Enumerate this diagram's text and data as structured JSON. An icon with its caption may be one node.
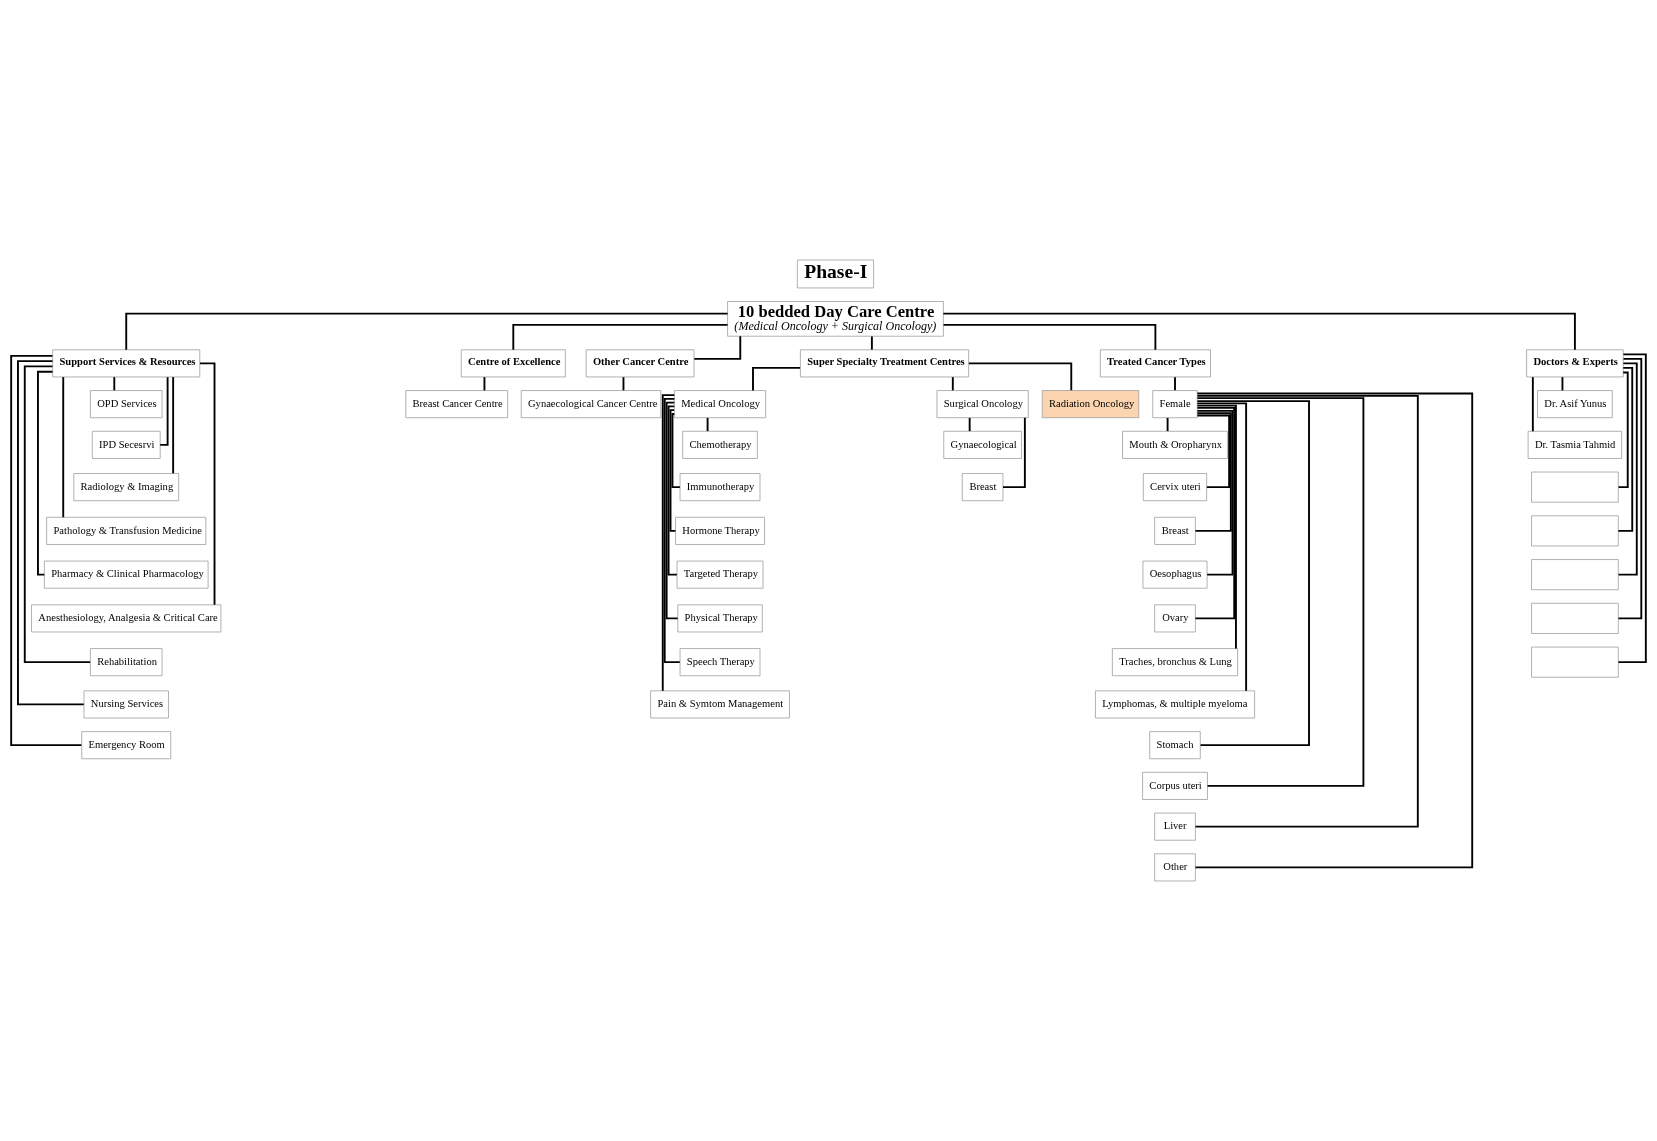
{
  "diagram": {
    "nodes": [
      {
        "text": [
          "Phase-I"
        ]
      },
      {
        "text": [
          "10 bedded Day Care Centre",
          "(Medical Oncology + Surgical Oncology)"
        ]
      },
      {
        "text": [
          "Support Services & Resources"
        ]
      },
      {
        "text": [
          "Centre of Excellence"
        ]
      },
      {
        "text": [
          "Other Cancer Centre"
        ]
      },
      {
        "text": [
          "Super Specialty Treatment Centres"
        ]
      },
      {
        "text": [
          "Treated Cancer Types"
        ]
      },
      {
        "text": [
          "Doctors & Experts"
        ]
      },
      {
        "text": [
          "OPD Services"
        ]
      },
      {
        "text": [
          "IPD Secesrvi"
        ]
      },
      {
        "text": [
          "Radiology & Imaging"
        ]
      },
      {
        "text": [
          "Pathology & Transfusion Medicine"
        ]
      },
      {
        "text": [
          "Pharmacy & Clinical Pharmacology"
        ]
      },
      {
        "text": [
          "Anesthesiology, Analgesia & Critical Care"
        ]
      },
      {
        "text": [
          "Rehabilitation"
        ]
      },
      {
        "text": [
          "Nursing Services"
        ]
      },
      {
        "text": [
          "Emergency Room"
        ]
      },
      {
        "text": [
          "Breast Cancer Centre"
        ]
      },
      {
        "text": [
          "Gynaecological Cancer Centre"
        ]
      },
      {
        "text": [
          "Medical Oncology"
        ]
      },
      {
        "text": [
          "Surgical Oncology"
        ]
      },
      {
        "text": [
          "Radiation Oncology"
        ]
      },
      {
        "text": [
          "Chemotherapy"
        ]
      },
      {
        "text": [
          "Immunotherapy"
        ]
      },
      {
        "text": [
          "Hormone Therapy"
        ]
      },
      {
        "text": [
          "Targeted Therapy"
        ]
      },
      {
        "text": [
          "Physical Therapy"
        ]
      },
      {
        "text": [
          "Speech Therapy"
        ]
      },
      {
        "text": [
          "Pain & Symtom Management"
        ]
      },
      {
        "text": [
          "Gynaecological"
        ]
      },
      {
        "text": [
          "Breast"
        ]
      },
      {
        "text": [
          "Female"
        ]
      },
      {
        "text": [
          "Mouth & Oropharynx"
        ]
      },
      {
        "text": [
          "Cervix uteri"
        ]
      },
      {
        "text": [
          "Breast"
        ]
      },
      {
        "text": [
          "Oesophagus"
        ]
      },
      {
        "text": [
          "Ovary"
        ]
      },
      {
        "text": [
          "Traches, bronchus & Lung"
        ]
      },
      {
        "text": [
          "Lymphomas, & multiple myeloma"
        ]
      },
      {
        "text": [
          "Stomach"
        ]
      },
      {
        "text": [
          "Corpus uteri"
        ]
      },
      {
        "text": [
          "Liver"
        ]
      },
      {
        "text": [
          "Other"
        ]
      },
      {
        "text": [
          "Dr. Asif Yunus"
        ]
      },
      {
        "text": [
          "Dr. Tasmia Tahmid"
        ]
      },
      {
        "text": [],
        "shape": "box"
      },
      {
        "text": [],
        "shape": "box"
      },
      {
        "text": [],
        "shape": "box"
      },
      {
        "text": [],
        "shape": "box"
      },
      {
        "text": [],
        "shape": "box"
      }
    ],
    "edges": [
      {
        "from": 1,
        "to": 2,
        "arrow": "none"
      },
      {
        "from": 1,
        "to": 3,
        "arrow": "none"
      },
      {
        "from": 1,
        "to": 4,
        "arrow": "none"
      },
      {
        "from": 1,
        "to": 5,
        "arrow": "none"
      },
      {
        "from": 1,
        "to": 6,
        "arrow": "none"
      },
      {
        "from": 1,
        "to": 7,
        "arrow": "none"
      },
      {
        "from": 2,
        "to": 8,
        "arrow": "none"
      },
      {
        "from": 2,
        "to": 9,
        "arrow": "none"
      },
      {
        "from": 2,
        "to": 10,
        "arrow": "none"
      },
      {
        "from": 2,
        "to": 11,
        "arrow": "none"
      },
      {
        "from": 2,
        "to": 12,
        "arrow": "none"
      },
      {
        "from": 2,
        "to": 13,
        "arrow": "none"
      },
      {
        "from": 2,
        "to": 14,
        "arrow": "none"
      },
      {
        "from": 2,
        "to": 15,
        "arrow": "none"
      },
      {
        "from": 2,
        "to": 16,
        "arrow": "none"
      },
      {
        "from": 3,
        "to": 17,
        "arrow": "none"
      },
      {
        "from": 4,
        "to": 18,
        "arrow": "none"
      },
      {
        "from": 5,
        "to": 19,
        "arrow": "none"
      },
      {
        "from": 5,
        "to": 20,
        "arrow": "none"
      },
      {
        "from": 5,
        "to": 21,
        "arrow": "none"
      },
      {
        "from": 19,
        "to": 22,
        "arrow": "none"
      },
      {
        "from": 19,
        "to": 23,
        "arrow": "none"
      },
      {
        "from": 19,
        "to": 24,
        "arrow": "none"
      },
      {
        "from": 19,
        "to": 25,
        "arrow": "none"
      },
      {
        "from": 19,
        "to": 26,
        "arrow": "none"
      },
      {
        "from": 19,
        "to": 27,
        "arrow": "none"
      },
      {
        "from": 19,
        "to": 28,
        "arrow": "none"
      },
      {
        "from": 20,
        "to": 29,
        "arrow": "none"
      },
      {
        "from": 20,
        "to": 30,
        "arrow": "none"
      },
      {
        "from": 6,
        "to": 31,
        "arrow": "none"
      },
      {
        "from": 31,
        "to": 32,
        "arrow": "none"
      },
      {
        "from": 31,
        "to": 33,
        "arrow": "none"
      },
      {
        "from": 31,
        "to": 34,
        "arrow": "none"
      },
      {
        "from": 31,
        "to": 35,
        "arrow": "none"
      },
      {
        "from": 31,
        "to": 36,
        "arrow": "none"
      },
      {
        "from": 31,
        "to": 37,
        "arrow": "none"
      },
      {
        "from": 31,
        "to": 38,
        "arrow": "none"
      },
      {
        "from": 31,
        "to": 39,
        "arrow": "none"
      },
      {
        "from": 31,
        "to": 40,
        "arrow": "none"
      },
      {
        "from": 31,
        "to": 41,
        "arrow": "none"
      },
      {
        "from": 31,
        "to": 42,
        "arrow": "none"
      },
      {
        "from": 7,
        "to": 43,
        "arrow": "none"
      },
      {
        "from": 7,
        "to": 44,
        "arrow": "none"
      },
      {
        "from": 7,
        "to": 45,
        "arrow": "none"
      },
      {
        "from": 7,
        "to": 46,
        "arrow": "none"
      },
      {
        "from": 7,
        "to": 47,
        "arrow": "none"
      },
      {
        "from": 7,
        "to": 48,
        "arrow": "none"
      },
      {
        "from": 7,
        "to": 49,
        "arrow": "none"
      }
    ]
  }
}
